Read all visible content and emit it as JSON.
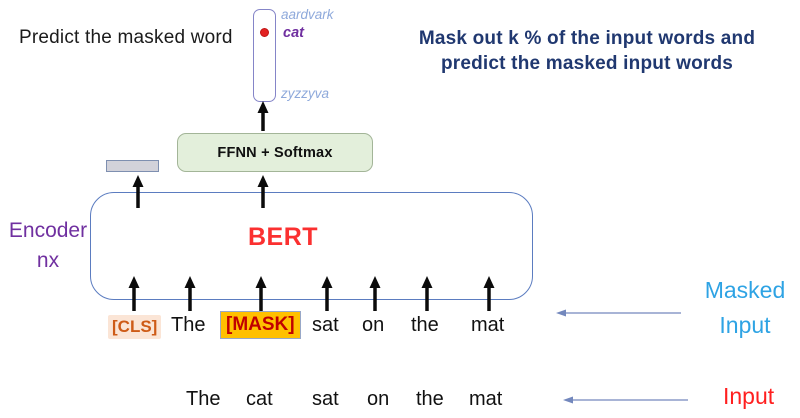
{
  "labels": {
    "predict": "Predict the masked word",
    "note_line1": "Mask out k % of the input words and",
    "note_line2": "predict the masked input words",
    "encoder_line1": "Encoder",
    "encoder_line2": "nx",
    "masked_input_line1": "Masked",
    "masked_input_line2": "Input",
    "input": "Input"
  },
  "vocab": {
    "top_word": "aardvark",
    "predicted_word": "cat",
    "bottom_word": "zyzzyva"
  },
  "model": {
    "ffnn": "FFNN + Softmax",
    "name": "BERT"
  },
  "masked_input": {
    "tokens": [
      {
        "text": "[CLS]",
        "type": "special"
      },
      {
        "text": "The",
        "type": "word"
      },
      {
        "text": "[MASK]",
        "type": "mask"
      },
      {
        "text": "sat",
        "type": "word"
      },
      {
        "text": "on",
        "type": "word"
      },
      {
        "text": "the",
        "type": "word"
      },
      {
        "text": "mat",
        "type": "word"
      }
    ]
  },
  "input_sentence": {
    "words": [
      "The",
      "cat",
      "sat",
      "on",
      "the",
      "mat"
    ]
  },
  "colors": {
    "note_navy": "#203870",
    "encoder_purple": "#7030A0",
    "bert_red": "#FB3030",
    "masked_input_blue": "#2EA3E4",
    "input_red": "#FF1F1F",
    "vocab_word_blue": "#8EA9DB",
    "predicted_word_purple": "#7030A0",
    "cls_text": "#CE5B17",
    "cls_bg": "#FBE5D6",
    "mask_text": "#C00000",
    "mask_bg": "#FFC000",
    "ffnn_bg": "#E3EFDB",
    "prediction_dot_red": "#E32222"
  }
}
